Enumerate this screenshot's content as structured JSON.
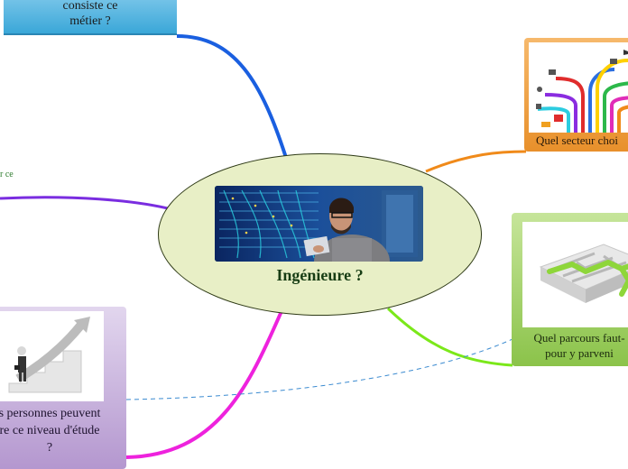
{
  "central": {
    "title": "Ingénieure ?",
    "fill_color": "#e8efc6",
    "image_icon": "engineer-datacenter-photo"
  },
  "nodes": {
    "top_left": {
      "line1": "consiste ce",
      "line2": "métier ?",
      "color": "#3aa7d8"
    },
    "left_cut": {
      "text": "r ce"
    },
    "orange": {
      "label": "Quel secteur choi",
      "color": "#e8902b",
      "image_icon": "colorful-paths-illustration"
    },
    "green": {
      "line1": "Quel parcours faut-",
      "line2": "pour y parveni",
      "color": "#8bc34a",
      "image_icon": "maze-3d-icon"
    },
    "purple": {
      "line1": "s personnes peuvent",
      "line2": "re ce niveau d'étude",
      "line3": "?",
      "color": "#b497cf",
      "image_icon": "stairs-arrow-businessman-icon"
    }
  },
  "connector_colors": {
    "blue": "#1a5fe0",
    "purple": "#7a2de0",
    "magenta": "#ee22dd",
    "orange": "#f08a1a",
    "green": "#7be81a",
    "dashed": "#3a8ad0"
  }
}
